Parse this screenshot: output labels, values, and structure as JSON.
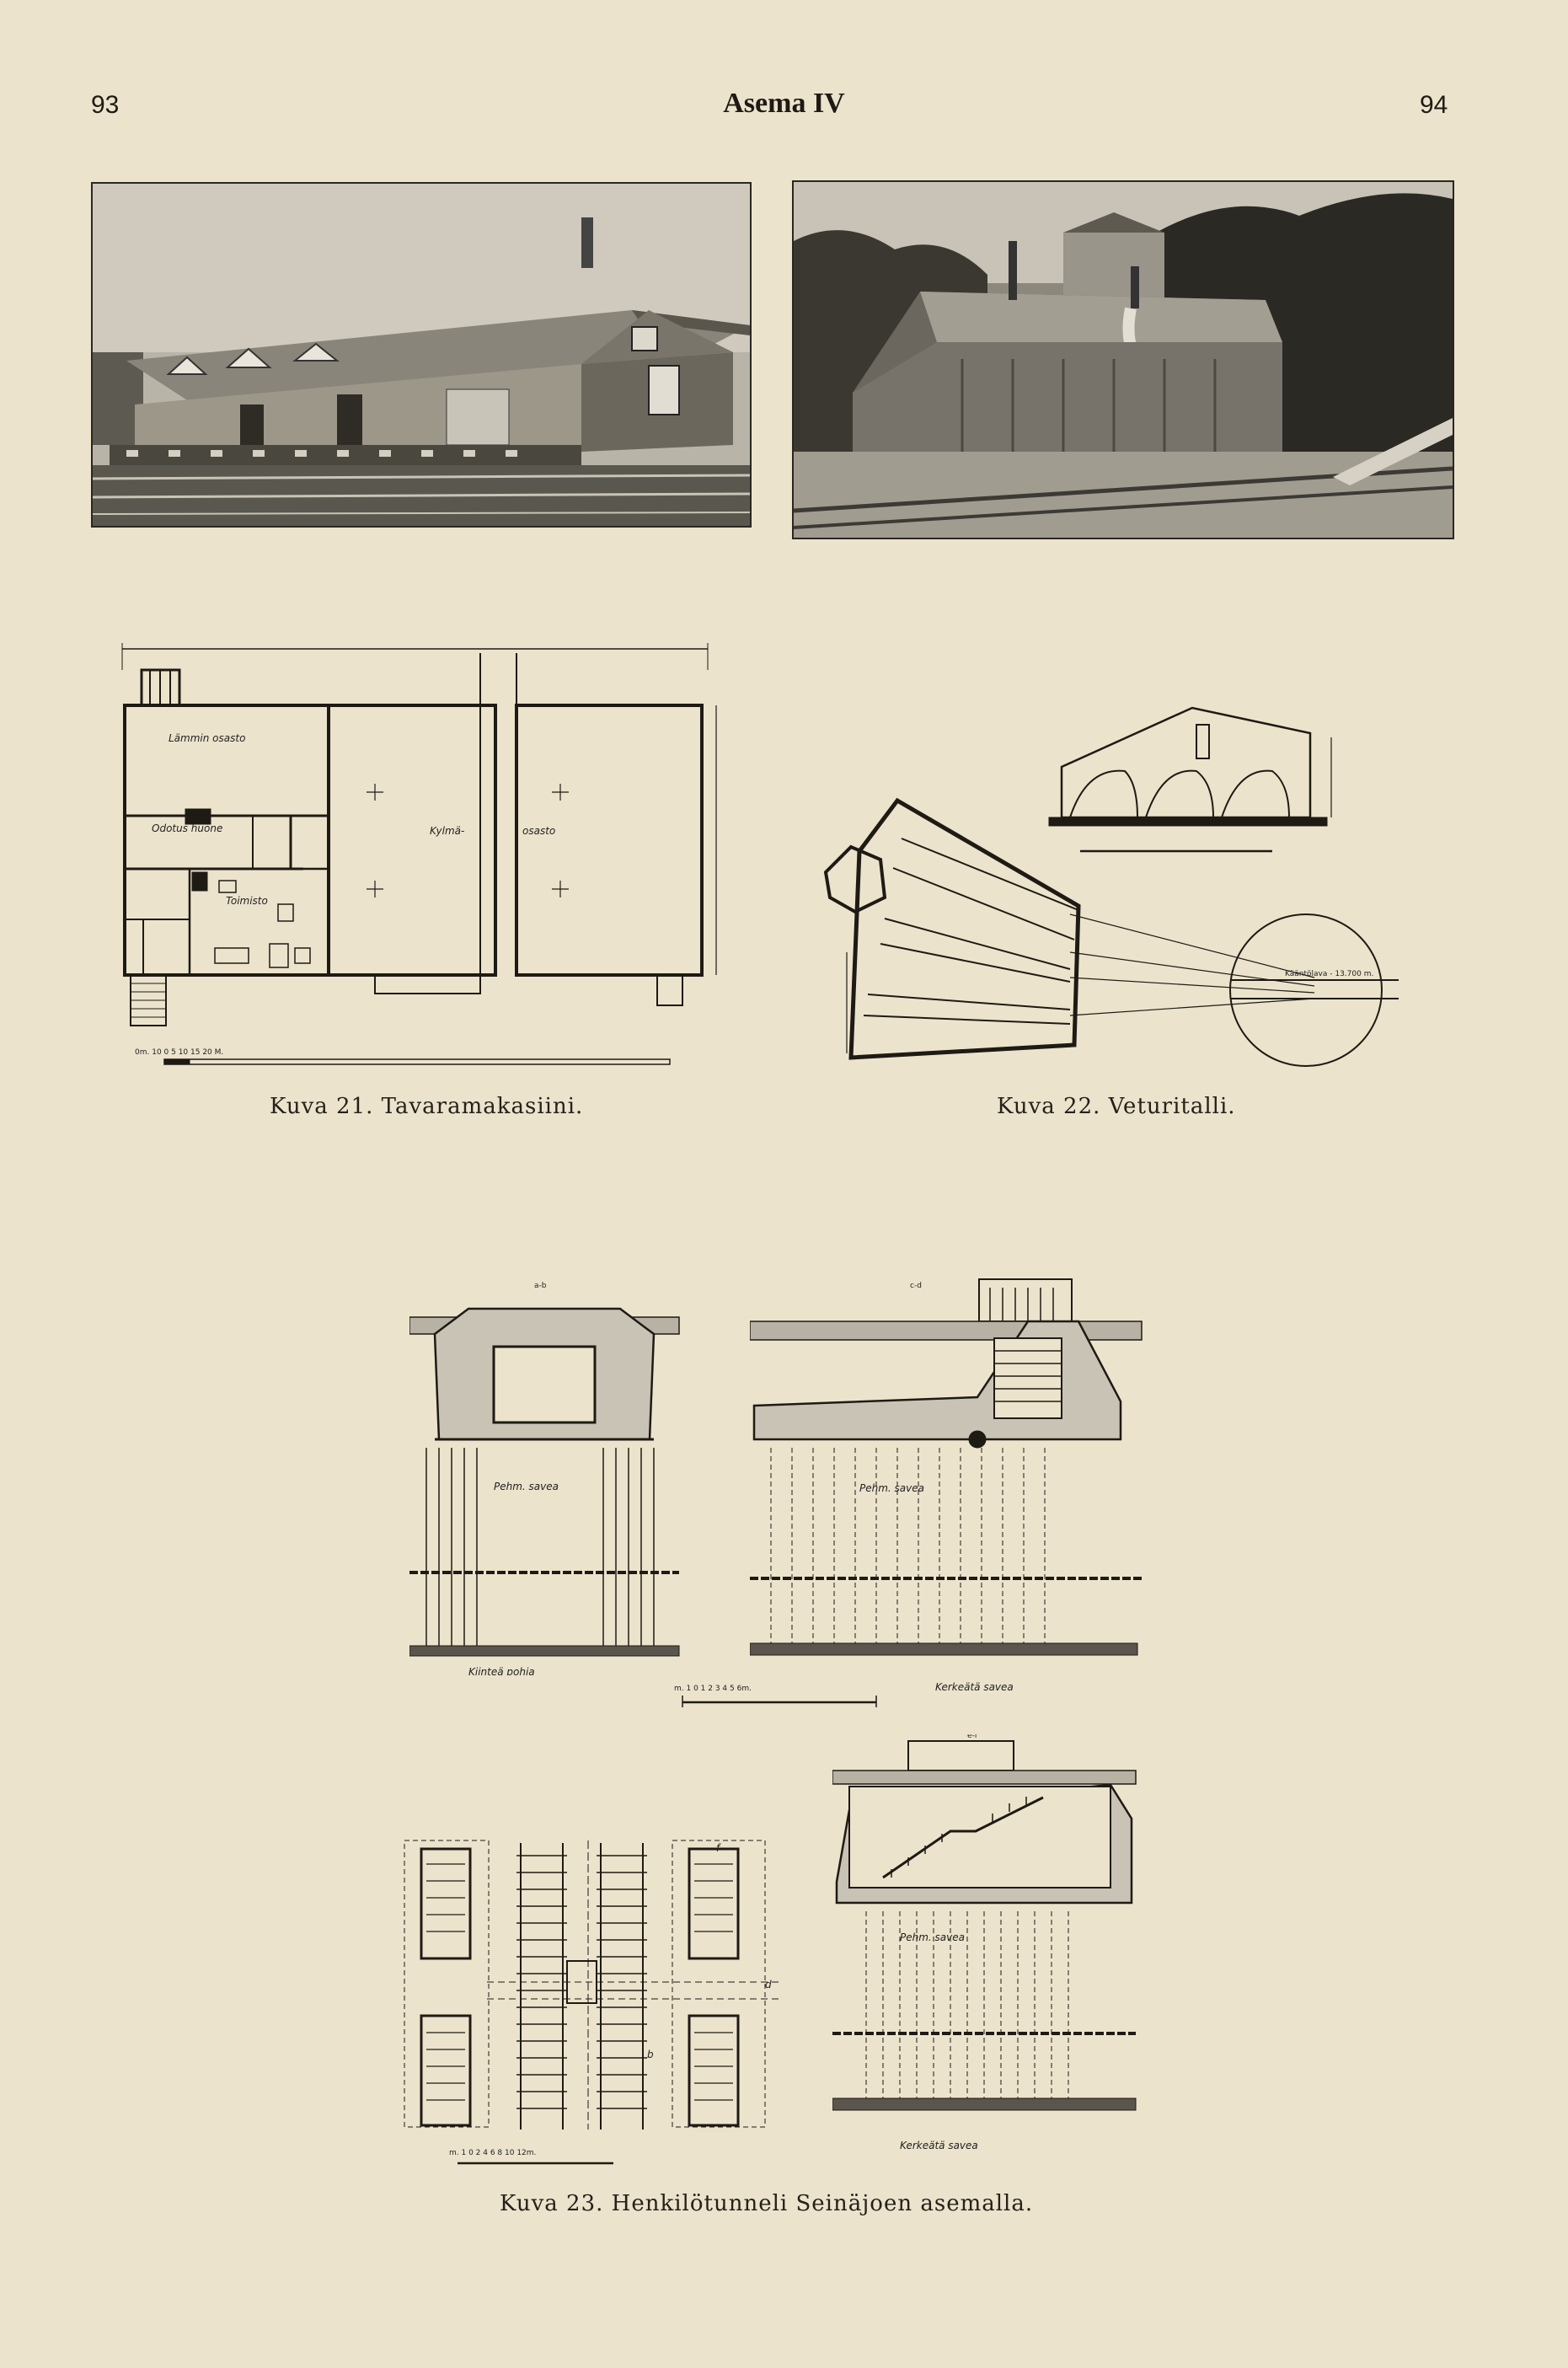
{
  "header": {
    "page_left": "93",
    "running_title": "Asema IV",
    "page_right": "94"
  },
  "figures": {
    "fig21": {
      "caption": "Kuva 21. Tavaramakasiini.",
      "plan_labels": {
        "heated": "Lämmin osasto",
        "waiting": "Odotus huone",
        "office": "Toimisto",
        "cold_a": "Kylmä-",
        "cold_b": "osasto"
      },
      "scale_label": "0m. 10  0          5           10          15          20 M."
    },
    "fig22": {
      "caption": "Kuva 22. Veturitalli.",
      "turntable_label": "Kääntölava - 13.700 m."
    },
    "fig23": {
      "caption": "Kuva 23. Henkilötunneli Seinäjoen asemalla.",
      "section_ab": "a-b",
      "section_cd": "c-d",
      "section_ef": "e-f",
      "soil_label": "Pehm. savea",
      "hard_label": "Kiinteä pohja",
      "hard_clay": "Kerkeätä savea",
      "scale_label": "m. 1  0   1   2   3   4   5   6m.",
      "plan_scale": "m. 1  0   2   4   6   8   10   12m.",
      "mark_d": "d",
      "mark_f": "f",
      "mark_b": "b"
    }
  }
}
